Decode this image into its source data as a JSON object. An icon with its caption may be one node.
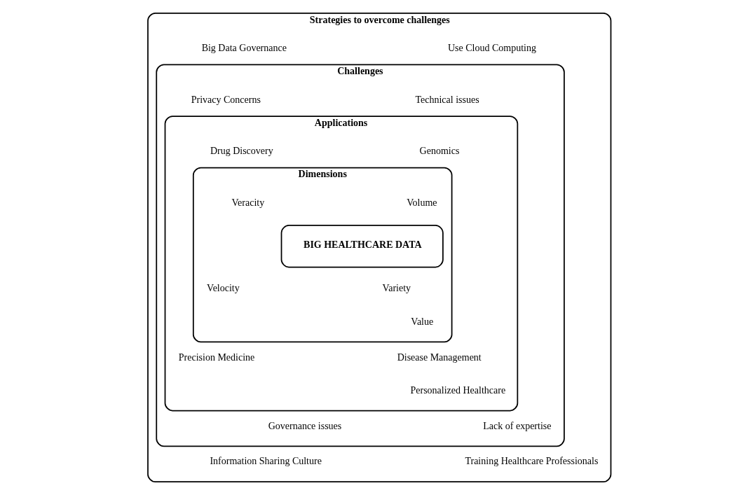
{
  "diagram": {
    "nodes": [
      {
        "text": [
          "Strategies to overcome challenges",
          "Big Data Governance",
          "Use Cloud Computing",
          "Information Sharing Culture",
          "Training Healthcare Professionals"
        ]
      },
      {
        "text": [
          "Challenges",
          "Privacy Concerns",
          "Technical issues",
          "Governance issues",
          "Lack of expertise"
        ],
        "in": 0
      },
      {
        "text": [
          "Applications",
          "Drug Discovery",
          "Genomics",
          "Precision Medicine",
          "Disease Management",
          "Personalized Healthcare"
        ],
        "in": 1
      },
      {
        "text": [
          "Dimensions",
          "Veracity",
          "Volume",
          "Velocity",
          "Variety",
          "Value"
        ],
        "in": 2
      },
      {
        "text": [
          "BIG HEALTHCARE DATA"
        ],
        "in": 3
      }
    ],
    "edges": []
  }
}
